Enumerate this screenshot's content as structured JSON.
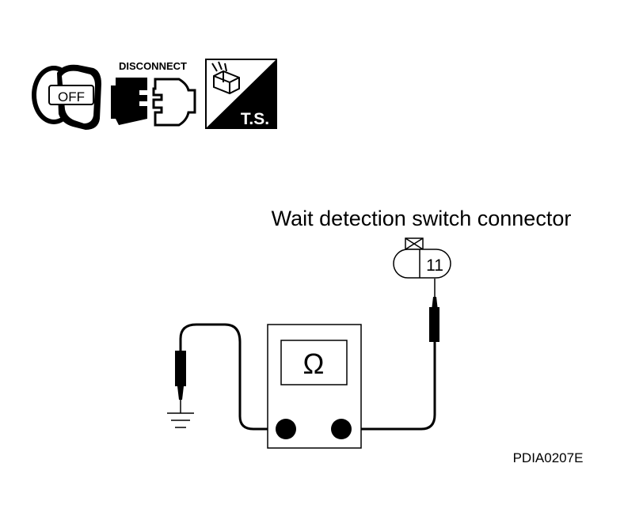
{
  "icons": {
    "ignition": {
      "name": "ignition-key-icon",
      "label": "OFF"
    },
    "disconnect": {
      "name": "disconnect-connector-icon",
      "label": "DISCONNECT"
    },
    "ts": {
      "name": "tester-icon",
      "label": "T.S."
    }
  },
  "diagram": {
    "connector_label": "Wait detection switch connector",
    "terminal_number": "11",
    "meter_symbol": "Ω",
    "reference_code": "PDIA0207E"
  },
  "colors": {
    "ink": "#000000",
    "background": "#ffffff"
  }
}
